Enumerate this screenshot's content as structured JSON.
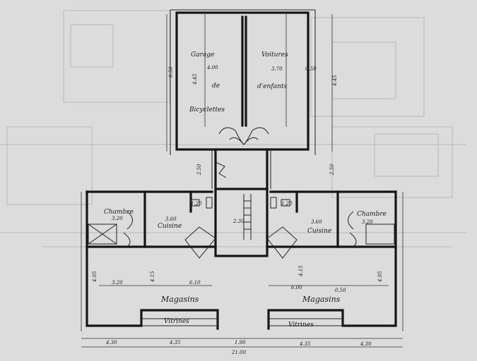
{
  "plan": {
    "garage": {
      "line1": "Garage",
      "line2": "de",
      "line3": "Bicyclettes"
    },
    "voitures": {
      "line1": "Voitures",
      "line2": "d'enfants"
    },
    "chambre_left": "Chambre",
    "chambre_right": "Chambre",
    "cuisine_left": "Cuisine",
    "cuisine_right": "Cuisine",
    "magasins_left": "Magasins",
    "magasins_right": "Magasins",
    "vitrines_left": "Vitrines",
    "vitrines_right": "Vitrines"
  },
  "dimensions": {
    "garage_width": "4.00",
    "voitures_width": "3.70",
    "top_left_height": "4.45",
    "top_right_height": "4.45",
    "top_side_left": "0.50",
    "top_side_right": "0.50",
    "passage_left": "2.50",
    "passage_right": "2.50",
    "chambre_left_w": "3.20",
    "chambre_right_w": "3.20",
    "cuisine_left_w": "3.60",
    "cuisine_right_w": "3.60",
    "wc_left": "1.20",
    "wc_right": "1.20",
    "stair_w": "2.30",
    "magasin_left_h": "4.95",
    "magasin_right_h": "4.95",
    "magasin_left_inner_h": "4.15",
    "magasin_right_inner_h": "4.15",
    "magasin_left_w": "3.20",
    "magasin_left_total": "6.10",
    "magasin_right_total": "6.00",
    "magasin_right_inner": "0.50",
    "bottom_1": "4.30",
    "bottom_2": "4.35",
    "bottom_3": "1.90",
    "bottom_4": "4.35",
    "bottom_5": "4.30",
    "total": "21.00"
  }
}
